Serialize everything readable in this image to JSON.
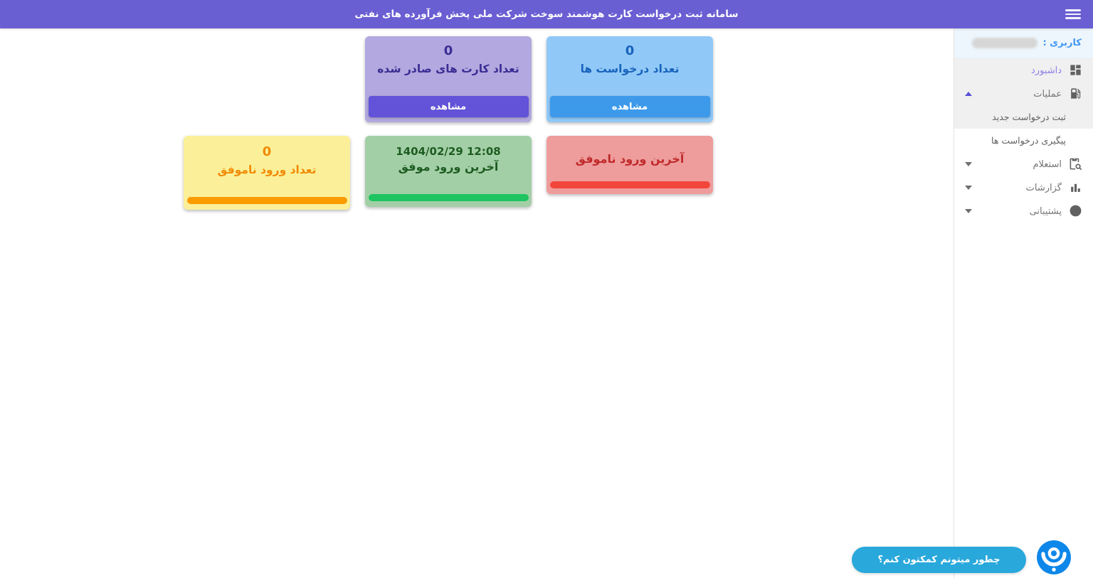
{
  "header": {
    "title": "سامانه ثبت درخواست کارت هوشمند سوخت شرکت ملی پخش فرآورده های نفتی"
  },
  "sidebar": {
    "user_label": "کاربری :",
    "items": [
      {
        "label": "داشبورد",
        "icon": "dashboard-grid-icon",
        "active": true
      },
      {
        "label": "عملیات",
        "icon": "fuel-pump-icon",
        "expanded": true
      },
      {
        "label": "ثبت درخواست جدید",
        "type": "sub-item"
      },
      {
        "label": "پیگیری درخواست ها",
        "type": "sub-item"
      },
      {
        "label": "استعلام",
        "icon": "clipboard-search-icon",
        "collapsed": true
      },
      {
        "label": "گزارشات",
        "icon": "bar-chart-icon",
        "collapsed": true
      },
      {
        "label": "پشتیبانی",
        "icon": "support-wheel-icon",
        "collapsed": true
      }
    ]
  },
  "cards": [
    {
      "value": "0",
      "title": "تعداد درخواست ها",
      "button": "مشاهده",
      "bg": "#90C8F7",
      "accent": "#3D9AEA"
    },
    {
      "value": "0",
      "title": "تعداد کارت های صادر شده",
      "button": "مشاهده",
      "bg": "#B3A8DF",
      "accent": "#6253D8"
    },
    {
      "title": "آخرین ورود ناموفق",
      "bg": "#EE9C9C",
      "accent": "#F2463A"
    },
    {
      "value": "1404/02/29 12:08",
      "title": "آخرین ورود موفق",
      "bg": "#A3CFA7",
      "accent": "#1DC45F"
    },
    {
      "value": "0",
      "title": "تعداد ورود ناموفق",
      "bg": "#FBF099",
      "accent": "#FA9B00"
    }
  ],
  "chat": {
    "message": "چطور میتونم کمکتون کنم؟"
  },
  "colors": {
    "header_bg": "#6A5ED3",
    "sidebar_active_text": "#8B80E5",
    "user_label_text": "#4196F3",
    "chat_pill_bg": "#29A8DC",
    "chat_logo_bg": "#0D87EA"
  }
}
